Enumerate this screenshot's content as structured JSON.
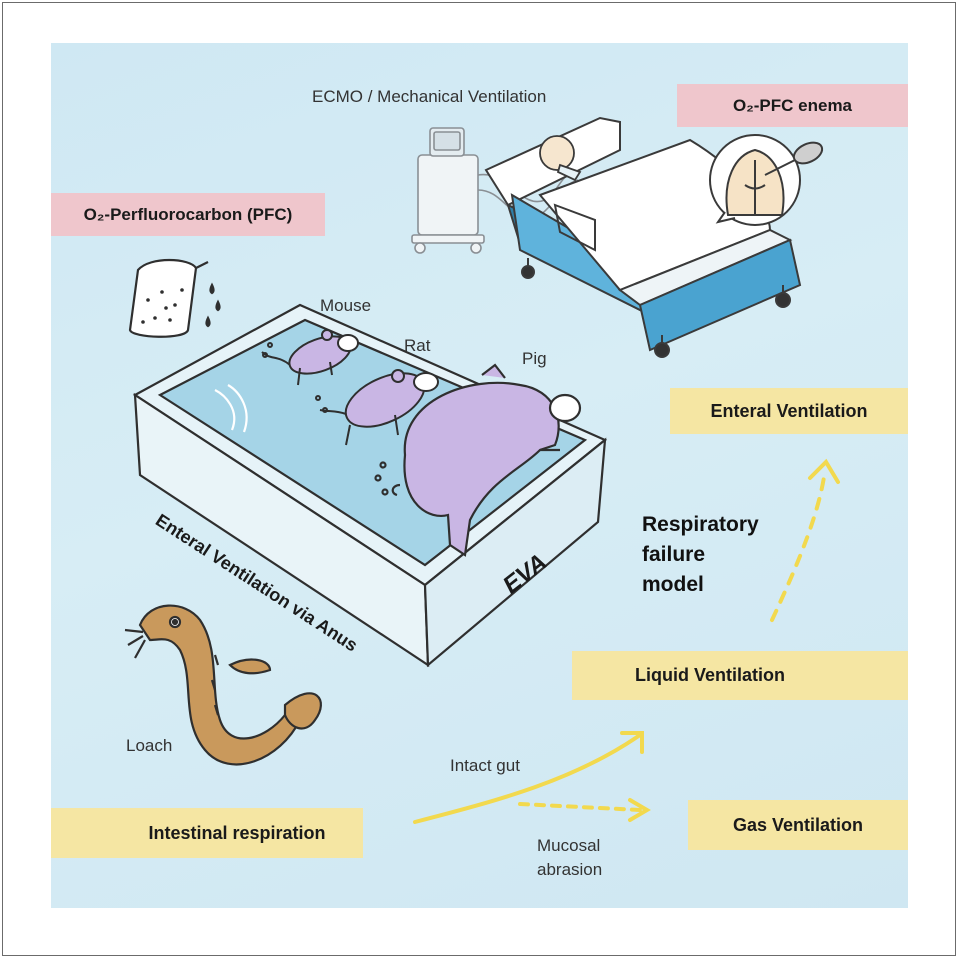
{
  "labels": {
    "ecmo": "ECMO / Mechanical Ventilation",
    "pfc_enema": "O₂-PFC enema",
    "perfluorocarbon": "O₂-Perfluorocarbon (PFC)",
    "mouse": "Mouse",
    "rat": "Rat",
    "pig": "Pig",
    "tub_side": "Enteral Ventilation via Anus",
    "tub_end": "EVA",
    "loach": "Loach",
    "intestinal_respiration": "Intestinal respiration",
    "intact_gut": "Intact gut",
    "mucosal_abrasion_1": "Mucosal",
    "mucosal_abrasion_2": "abrasion",
    "gas_ventilation": "Gas Ventilation",
    "liquid_ventilation": "Liquid Ventilation",
    "enteral_ventilation": "Enteral Ventilation",
    "model_1": "Respiratory",
    "model_2": "failure",
    "model_3": "model"
  },
  "colors": {
    "background_panel": "#d3ebf4",
    "pink_box": "#efc6cc",
    "yellow_box": "#f5e6a3",
    "arrow": "#f2d94e",
    "animal": "#c9b6e4",
    "loach": "#c9995c"
  }
}
